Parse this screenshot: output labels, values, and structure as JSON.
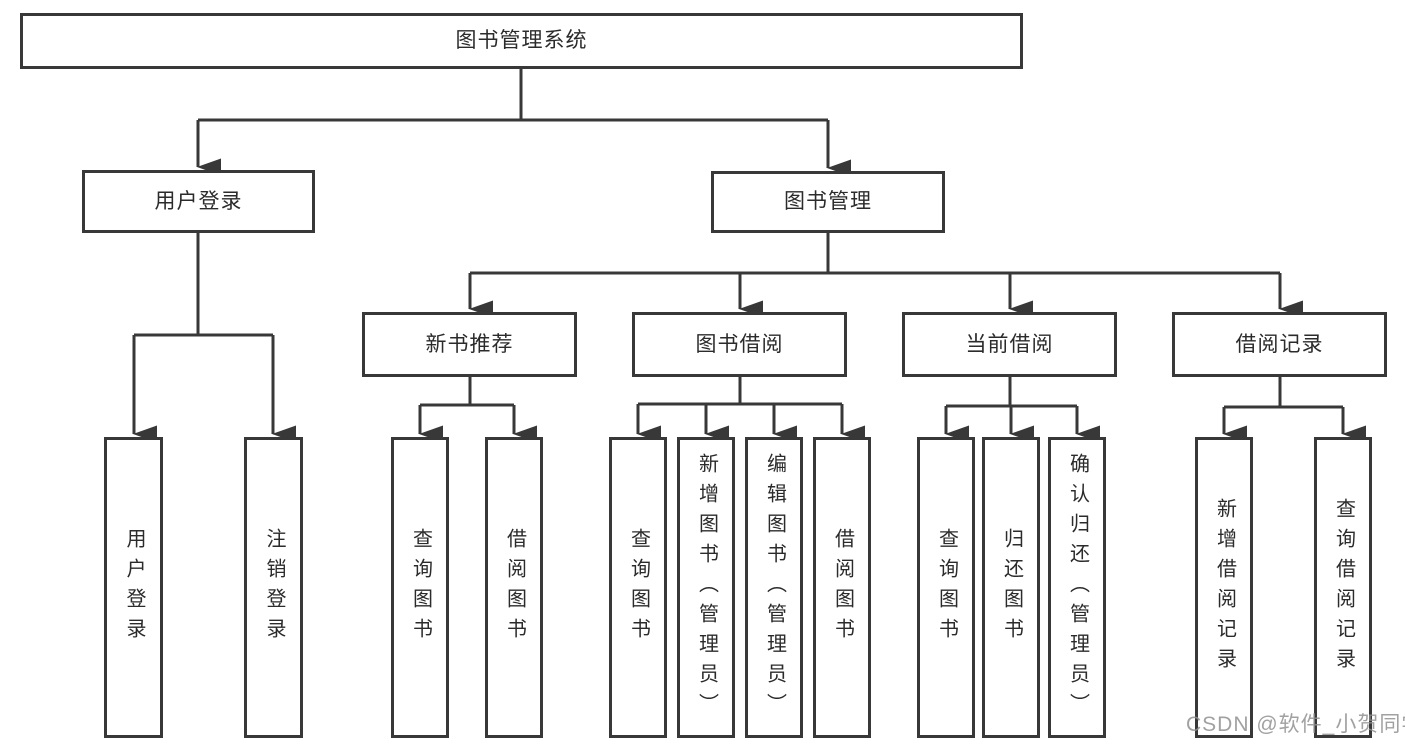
{
  "diagram": {
    "type": "tree-functional-structure",
    "colors": {
      "line": "#383838",
      "box_border": "#383838",
      "box_fill": "#ffffff",
      "text": "#2b2b2b",
      "watermark": "#919191",
      "background": "#ffffff"
    },
    "watermark": "CSDN @软件_小贺同学",
    "tree": {
      "label": "图书管理系统",
      "children": [
        {
          "label": "用户登录",
          "children": [
            {
              "label": "用户登录"
            },
            {
              "label": "注销登录"
            }
          ]
        },
        {
          "label": "图书管理",
          "children": [
            {
              "label": "新书推荐",
              "children": [
                {
                  "label": "查询图书"
                },
                {
                  "label": "借阅图书"
                }
              ]
            },
            {
              "label": "图书借阅",
              "children": [
                {
                  "label": "查询图书"
                },
                {
                  "label": "新增图书（管理员）"
                },
                {
                  "label": "编辑图书（管理员）"
                },
                {
                  "label": "借阅图书"
                }
              ]
            },
            {
              "label": "当前借阅",
              "children": [
                {
                  "label": "查询图书"
                },
                {
                  "label": "归还图书"
                },
                {
                  "label": "确认归还（管理员）"
                }
              ]
            },
            {
              "label": "借阅记录",
              "children": [
                {
                  "label": "新增借阅记录"
                },
                {
                  "label": "查询借阅记录"
                }
              ]
            }
          ]
        }
      ]
    }
  }
}
